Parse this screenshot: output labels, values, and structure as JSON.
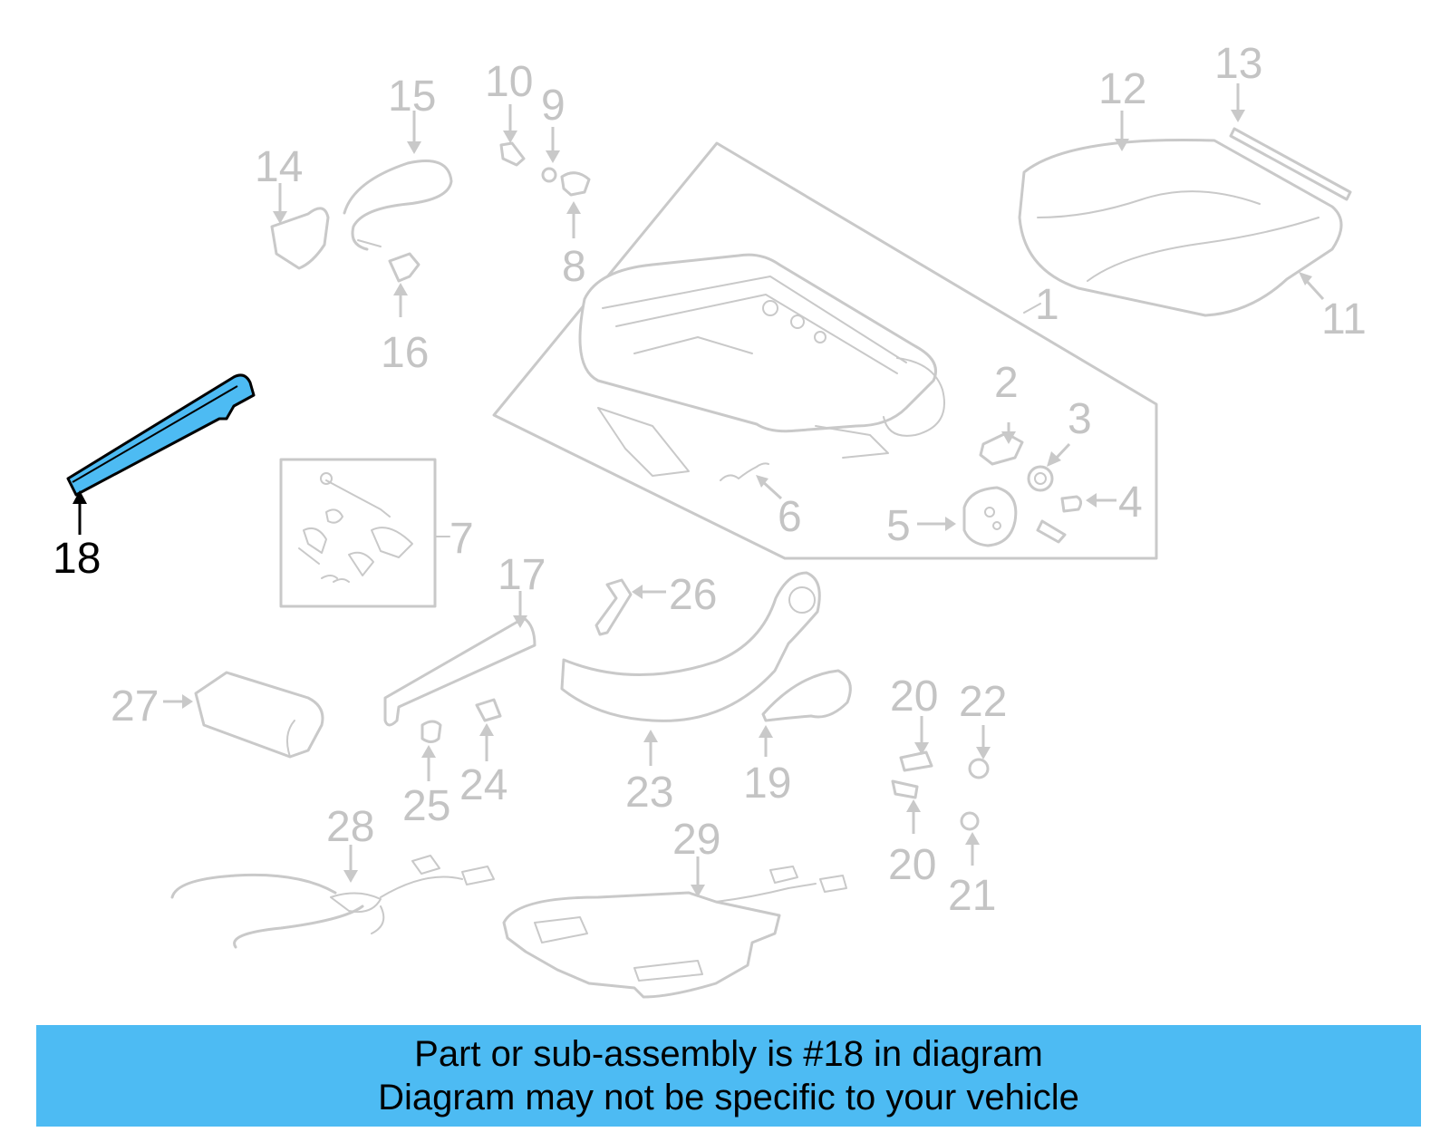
{
  "diagram": {
    "highlight_color": "#4dbbf3",
    "part_color": "#c9c9c9",
    "callouts": {
      "c1": "1",
      "c2": "2",
      "c3": "3",
      "c4": "4",
      "c5": "5",
      "c6": "6",
      "c7": "7",
      "c8": "8",
      "c9": "9",
      "c10": "10",
      "c11": "11",
      "c12": "12",
      "c13": "13",
      "c14": "14",
      "c15": "15",
      "c16": "16",
      "c17": "17",
      "c18": "18",
      "c19": "19",
      "c20a": "20",
      "c20b": "20",
      "c21": "21",
      "c22": "22",
      "c23": "23",
      "c24": "24",
      "c25": "25",
      "c26": "26",
      "c27": "27",
      "c28": "28",
      "c29": "29"
    }
  },
  "banner": {
    "background": "#4dbbf3",
    "line1": "Part or sub-assembly is #18 in diagram",
    "line2": "Diagram may not be specific to your vehicle"
  }
}
